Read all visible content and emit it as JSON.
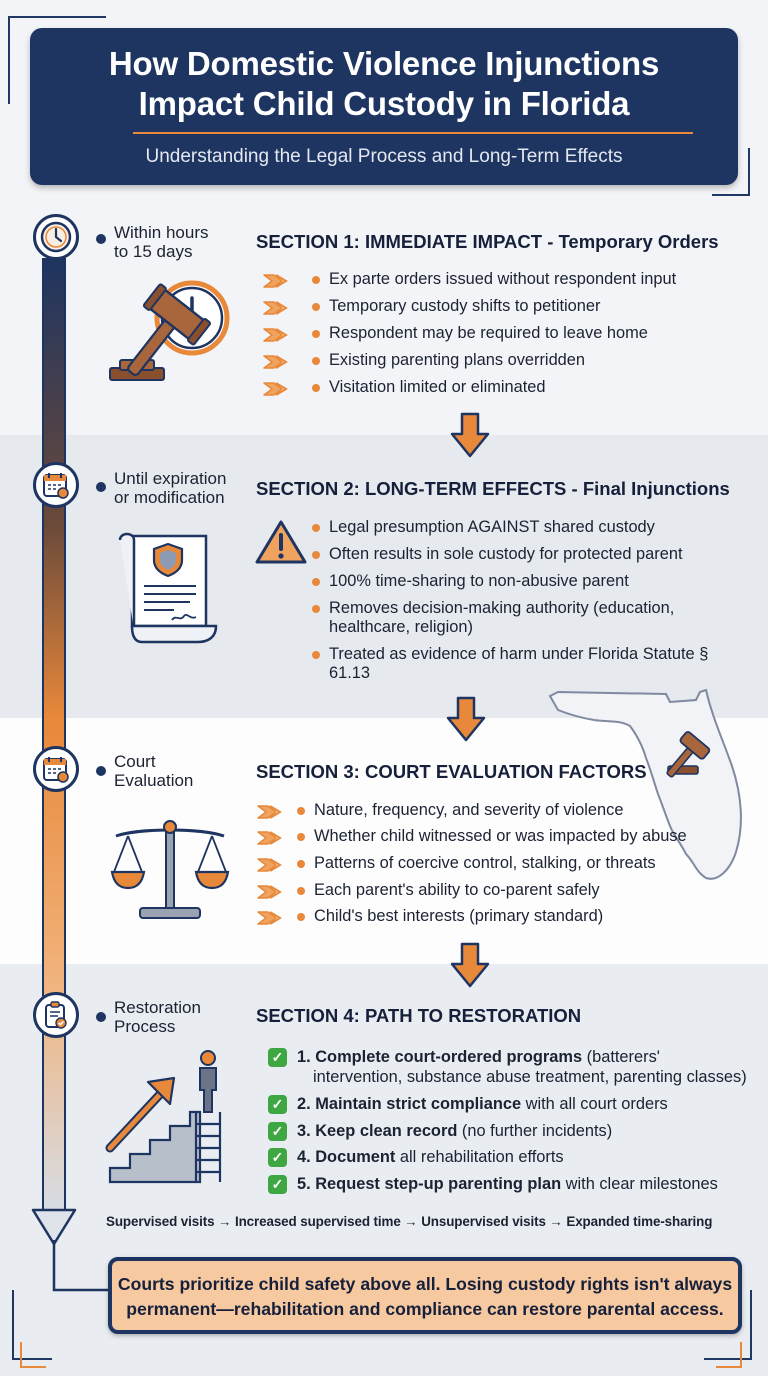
{
  "header": {
    "title_line1": "How Domestic Violence Injunctions",
    "title_line2": "Impact Child Custody in Florida",
    "subtitle": "Understanding the Legal Process and Long-Term Effects"
  },
  "colors": {
    "navy": "#1e3461",
    "orange": "#e8883a",
    "green": "#3ea742",
    "footer_bg": "#f6c9a1"
  },
  "timeline": [
    {
      "line1": "Within hours",
      "line2": "to 15 days",
      "icon": "clock-icon"
    },
    {
      "line1": "Until expiration",
      "line2": "or modification",
      "icon": "calendar-icon"
    },
    {
      "line1": "Court",
      "line2": "Evaluation",
      "icon": "calendar-icon"
    },
    {
      "line1": "Restoration",
      "line2": "Process",
      "icon": "clipboard-check-icon"
    }
  ],
  "section1": {
    "title": "SECTION 1: IMMEDIATE IMPACT - Temporary Orders",
    "illustration": "gavel-clock-icon",
    "bullets": [
      "Ex parte orders issued without respondent input",
      "Temporary custody shifts to petitioner",
      "Respondent may be required to leave home",
      "Existing parenting plans overridden",
      "Visitation limited or eliminated"
    ]
  },
  "section2": {
    "title": "SECTION 2: LONG-TERM EFFECTS - Final Injunctions",
    "illustration": "legal-document-icon",
    "warning_icon": "warning-icon",
    "bullets": [
      "Legal presumption AGAINST shared custody",
      "Often results in sole custody for protected parent",
      "100% time-sharing to non-abusive parent",
      "Removes decision-making authority (education, healthcare, religion)",
      "Treated as evidence of harm under Florida Statute § 61.13"
    ]
  },
  "section3": {
    "title": "SECTION 3: COURT EVALUATION FACTORS",
    "illustration": "scales-of-justice-icon",
    "map_icon": "florida-map-gavel-icon",
    "bullets": [
      "Nature, frequency, and severity of violence",
      "Whether child witnessed or was impacted by abuse",
      "Patterns of coercive control, stalking, or threats",
      "Each parent's ability to co-parent safely",
      "Child's best interests (primary standard)"
    ]
  },
  "section4": {
    "title": "SECTION 4: PATH TO RESTORATION",
    "illustration": "stairs-progress-icon",
    "steps": [
      {
        "bold": "1. Complete court-ordered programs",
        "rest": " (batterers'",
        "rest2": "intervention, substance abuse treatment, parenting classes)"
      },
      {
        "bold": "2. Maintain strict compliance",
        "rest": " with all court orders"
      },
      {
        "bold": "3. Keep clean record",
        "rest": " (no further incidents)"
      },
      {
        "bold": "4. Document",
        "rest": " all rehabilitation efforts"
      },
      {
        "bold": "5. Request step-up parenting plan",
        "rest": " with clear milestones"
      }
    ]
  },
  "progression": "Supervised visits → Increased supervised time → Unsupervised visits → Expanded time-sharing",
  "footer": {
    "line1": "Courts prioritize child safety above all. Losing custody rights isn't always",
    "line2": "permanent—rehabilitation and compliance can restore parental access."
  }
}
